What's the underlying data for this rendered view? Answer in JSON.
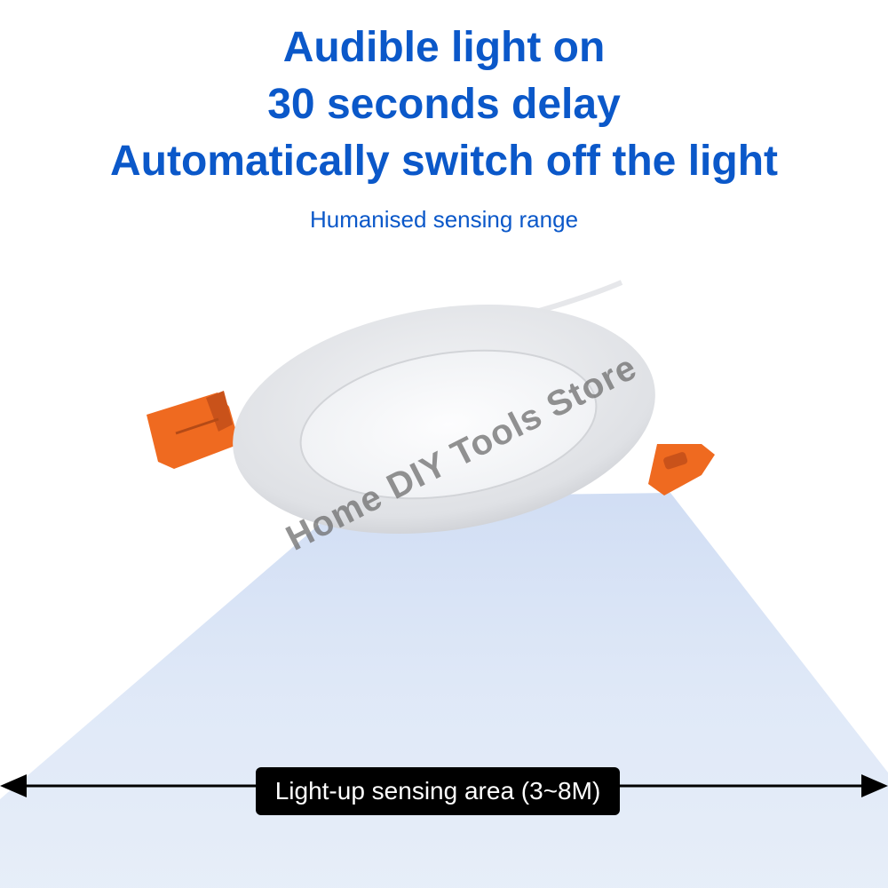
{
  "headline": {
    "line1": "Audible light on",
    "line2": "30 seconds delay",
    "line3": "Automatically switch off the light"
  },
  "subtitle": "Humanised sensing range",
  "watermark": "Home DIY Tools Store",
  "sensing_area_label": "Light-up sensing area (3~8M)",
  "colors": {
    "headline_blue": "#0b58c9",
    "clip_orange": "#ef6a20",
    "beam_blue": "#bcd0ee",
    "label_bg": "#000000"
  },
  "icons": [
    "arrow-left-icon",
    "arrow-right-icon"
  ]
}
